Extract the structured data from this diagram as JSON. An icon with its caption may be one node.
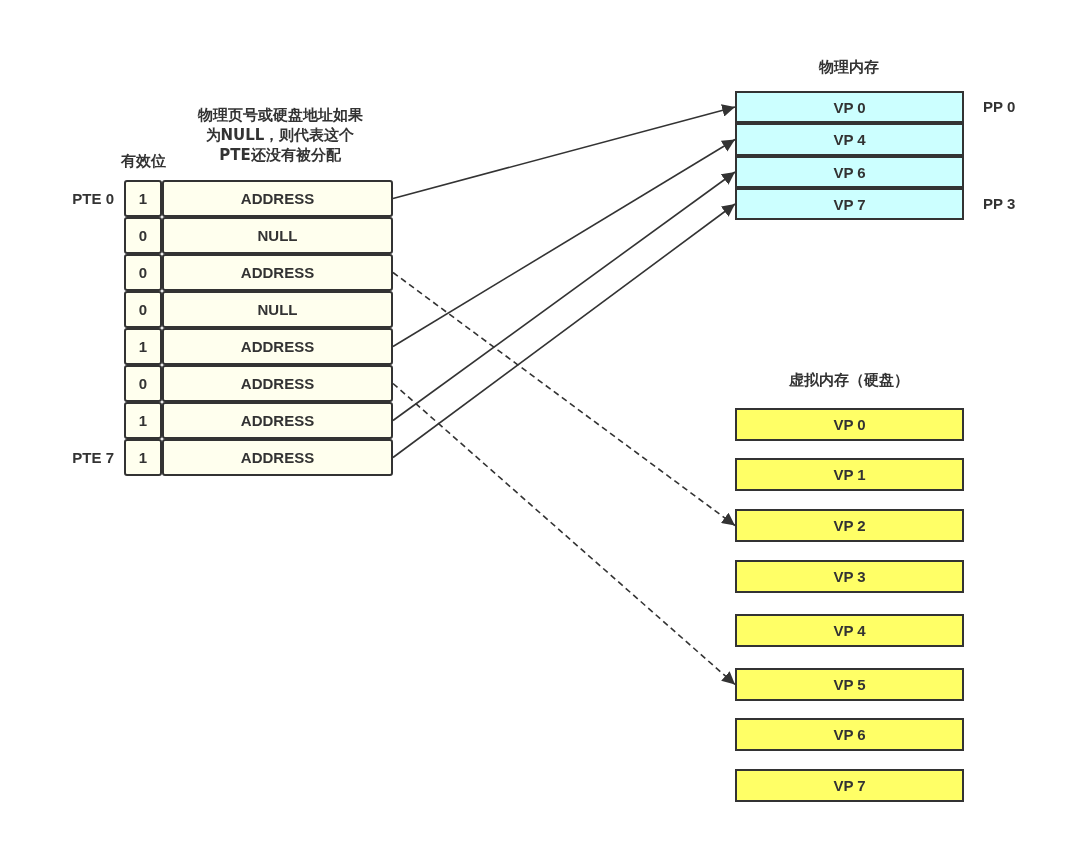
{
  "diagram": {
    "nodes": [
      {
        "text": [
          "1"
        ],
        "beside": [
          "PTE 0"
        ]
      },
      {
        "text": [
          "ADDRESS"
        ]
      },
      {
        "text": [
          "0"
        ]
      },
      {
        "text": [
          "NULL"
        ]
      },
      {
        "text": [
          "0"
        ]
      },
      {
        "text": [
          "ADDRESS"
        ]
      },
      {
        "text": [
          "0"
        ]
      },
      {
        "text": [
          "NULL"
        ]
      },
      {
        "text": [
          "1"
        ]
      },
      {
        "text": [
          "ADDRESS"
        ]
      },
      {
        "text": [
          "0"
        ]
      },
      {
        "text": [
          "ADDRESS"
        ]
      },
      {
        "text": [
          "1"
        ]
      },
      {
        "text": [
          "ADDRESS"
        ]
      },
      {
        "text": [
          "1"
        ],
        "beside": [
          "PTE 7"
        ]
      },
      {
        "text": [
          "ADDRESS"
        ]
      },
      {
        "text": [
          "VP 0"
        ],
        "beside": [
          "PP 0"
        ]
      },
      {
        "text": [
          "VP 4"
        ]
      },
      {
        "text": [
          "VP 6"
        ]
      },
      {
        "text": [
          "VP 7"
        ],
        "beside": [
          "PP 3"
        ]
      },
      {
        "text": [
          "VP 0"
        ]
      },
      {
        "text": [
          "VP 1"
        ]
      },
      {
        "text": [
          "VP 2"
        ]
      },
      {
        "text": [
          "VP 3"
        ]
      },
      {
        "text": [
          "VP 4"
        ]
      },
      {
        "text": [
          "VP 5"
        ]
      },
      {
        "text": [
          "VP 6"
        ]
      },
      {
        "text": [
          "VP 7"
        ]
      }
    ],
    "edges": [
      {
        "from": 1,
        "to": 16,
        "arrow": "to"
      },
      {
        "from": 5,
        "to": 22,
        "arrow": "to",
        "style": "dashed"
      },
      {
        "from": 9,
        "to": 17,
        "arrow": "to"
      },
      {
        "from": 11,
        "to": 25,
        "arrow": "to",
        "style": "dashed"
      },
      {
        "from": 13,
        "to": 18,
        "arrow": "to"
      },
      {
        "from": 15,
        "to": 19,
        "arrow": "to"
      }
    ],
    "labels": [
      "物理内存",
      "物理页号或硬盘地址如果为NULL，则代表这个PTE还没有被分配",
      "有效位",
      "虚拟内存（硬盘）"
    ]
  }
}
